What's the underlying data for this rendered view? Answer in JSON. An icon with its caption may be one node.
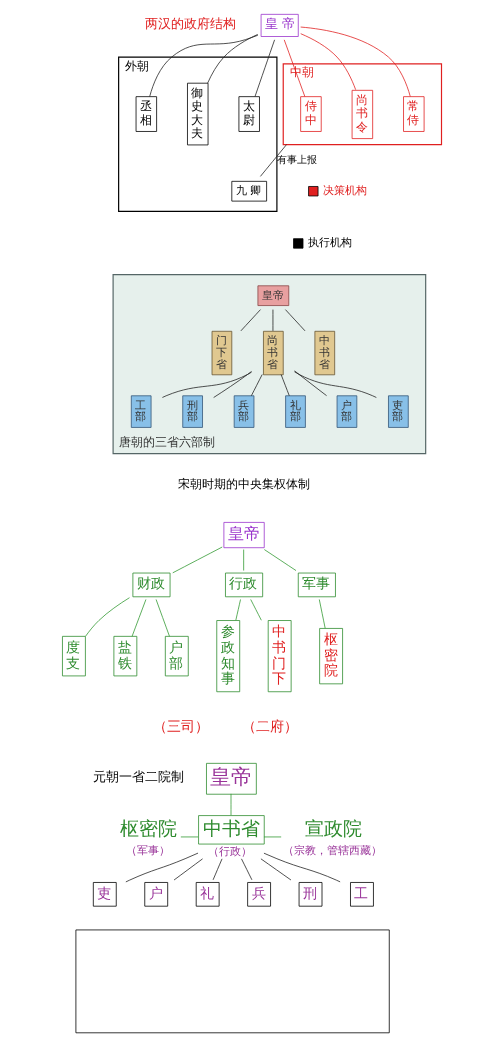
{
  "diagram": {
    "nodes": [
      {
        "text": [
          "皇 帝"
        ]
      },
      {
        "text": [
          "中朝"
        ]
      },
      {
        "text": [
          "尚书令"
        ],
        "in": 1
      },
      {
        "text": [
          "侍中"
        ],
        "in": 1
      },
      {
        "text": [
          "常侍"
        ],
        "in": 1
      },
      {
        "text": [
          "外朝"
        ]
      },
      {
        "text": [
          "丞相"
        ],
        "in": 5
      },
      {
        "text": [
          "御史大夫"
        ],
        "in": 5
      },
      {
        "text": [
          "太尉"
        ],
        "in": 5
      },
      {
        "text": [
          "九 卿"
        ],
        "in": 5
      },
      {
        "text": [
          "唐朝的三省六部制"
        ]
      },
      {
        "text": [
          "皇帝"
        ],
        "in": 10
      },
      {
        "text": [
          "门下省"
        ],
        "in": 10
      },
      {
        "text": [
          "尚书省"
        ],
        "in": 10
      },
      {
        "text": [
          "中书省"
        ],
        "in": 10
      },
      {
        "text": [
          "工部"
        ],
        "in": 10
      },
      {
        "text": [
          "刑部"
        ],
        "in": 10
      },
      {
        "text": [
          "兵部"
        ],
        "in": 10
      },
      {
        "text": [
          "礼部"
        ],
        "in": 10
      },
      {
        "text": [
          "户部"
        ],
        "in": 10
      },
      {
        "text": [
          "吏部"
        ],
        "in": 10
      },
      {
        "text": [
          "皇帝"
        ]
      },
      {
        "text": [
          "财政"
        ]
      },
      {
        "text": [
          "行政"
        ]
      },
      {
        "text": [
          "军事"
        ]
      },
      {
        "text": [
          "度支"
        ]
      },
      {
        "text": [
          "盐铁"
        ]
      },
      {
        "text": [
          "户部"
        ]
      },
      {
        "text": [
          "参政知事"
        ]
      },
      {
        "text": [
          "中书门下"
        ]
      },
      {
        "text": [
          "枢密院"
        ]
      },
      {
        "text": [
          "皇帝"
        ]
      },
      {
        "text": [
          "中书省"
        ],
        "beside": [
          "（行政）"
        ]
      },
      {
        "text": [
          "枢密院"
        ],
        "beside": [
          "（军事）"
        ]
      },
      {
        "text": [
          "宣政院"
        ],
        "beside": [
          "（宗教，管辖西藏）"
        ]
      },
      {
        "text": [
          "吏"
        ]
      },
      {
        "text": [
          "户"
        ]
      },
      {
        "text": [
          "礼"
        ]
      },
      {
        "text": [
          "兵"
        ]
      },
      {
        "text": [
          "刑"
        ]
      },
      {
        "text": [
          "工"
        ]
      },
      {
        "text": [],
        "shape": "box"
      }
    ],
    "edges": [
      {
        "from": 0,
        "to": 2,
        "arrow": "none",
        "color": "#e02020"
      },
      {
        "from": 0,
        "to": 3,
        "arrow": "none",
        "color": "#e02020"
      },
      {
        "from": 0,
        "to": 4,
        "arrow": "none",
        "color": "#e02020"
      },
      {
        "from": 0,
        "to": 6,
        "arrow": "none"
      },
      {
        "from": 0,
        "to": 7,
        "arrow": "none"
      },
      {
        "from": 0,
        "to": 8,
        "arrow": "none"
      },
      {
        "from": 1,
        "to": 9,
        "arrow": "none",
        "label": "有事上报"
      },
      {
        "from": 11,
        "to": 12,
        "arrow": "none"
      },
      {
        "from": 11,
        "to": 13,
        "arrow": "none"
      },
      {
        "from": 11,
        "to": 14,
        "arrow": "none"
      },
      {
        "from": 13,
        "to": 15,
        "arrow": "none"
      },
      {
        "from": 13,
        "to": 16,
        "arrow": "none"
      },
      {
        "from": 13,
        "to": 17,
        "arrow": "none"
      },
      {
        "from": 13,
        "to": 18,
        "arrow": "none"
      },
      {
        "from": 13,
        "to": 19,
        "arrow": "none"
      },
      {
        "from": 13,
        "to": 20,
        "arrow": "none"
      },
      {
        "from": 21,
        "to": 22,
        "arrow": "none",
        "color": "#339933"
      },
      {
        "from": 21,
        "to": 23,
        "arrow": "none",
        "color": "#339933"
      },
      {
        "from": 21,
        "to": 24,
        "arrow": "none",
        "color": "#339933"
      },
      {
        "from": 22,
        "to": 25,
        "arrow": "none",
        "color": "#339933"
      },
      {
        "from": 22,
        "to": 26,
        "arrow": "none",
        "color": "#339933"
      },
      {
        "from": 22,
        "to": 27,
        "arrow": "none",
        "color": "#339933"
      },
      {
        "from": 23,
        "to": 28,
        "arrow": "none",
        "color": "#339933"
      },
      {
        "from": 23,
        "to": 29,
        "arrow": "none",
        "color": "#339933"
      },
      {
        "from": 24,
        "to": 30,
        "arrow": "none",
        "color": "#339933"
      },
      {
        "from": 31,
        "to": 32,
        "arrow": "none",
        "color": "#339933"
      },
      {
        "from": 33,
        "to": 32,
        "arrow": "none",
        "color": "#339933"
      },
      {
        "from": 32,
        "to": 34,
        "arrow": "none",
        "color": "#339933"
      },
      {
        "from": 32,
        "to": 35,
        "arrow": "none"
      },
      {
        "from": 32,
        "to": 36,
        "arrow": "none"
      },
      {
        "from": 32,
        "to": 37,
        "arrow": "none"
      },
      {
        "from": 32,
        "to": 38,
        "arrow": "none"
      },
      {
        "from": 32,
        "to": 39,
        "arrow": "none"
      },
      {
        "from": 32,
        "to": 40,
        "arrow": "none"
      }
    ],
    "labels": [
      "两汉的政府结构",
      "宋朝时期的中央集权体制",
      "（三司）",
      "（二府）",
      "元朝一省二院制"
    ],
    "legend": [
      {
        "text": "决策机构",
        "color": "#e02020"
      },
      {
        "text": "执行机构",
        "color": "#000000"
      }
    ]
  }
}
